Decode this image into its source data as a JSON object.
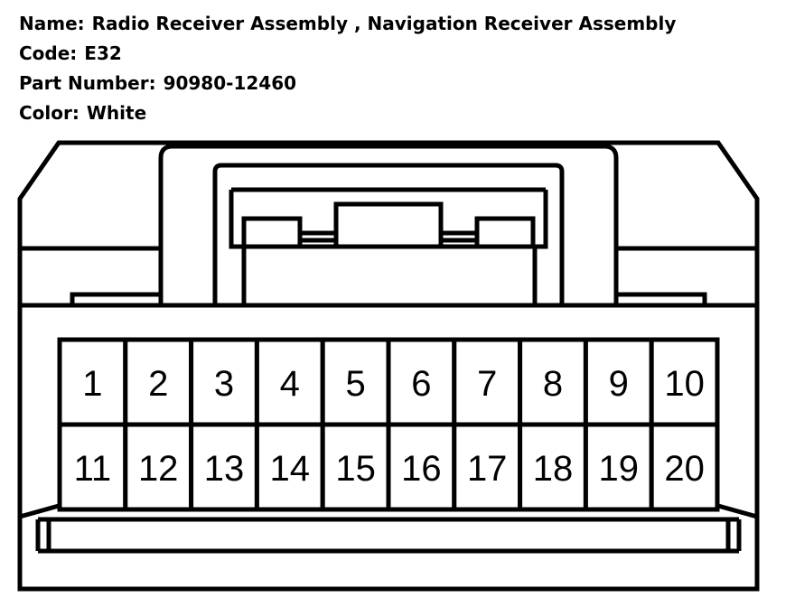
{
  "info": {
    "name_label": "Name:",
    "name_value": "Radio Receiver Assembly , Navigation Receiver Assembly",
    "code_label": "Code:",
    "code_value": "E32",
    "part_label": "Part Number:",
    "part_value": "90980-12460",
    "color_label": "Color:",
    "color_value": "White"
  },
  "connector": {
    "rows": [
      [
        "1",
        "2",
        "3",
        "4",
        "5",
        "6",
        "7",
        "8",
        "9",
        "10"
      ],
      [
        "11",
        "12",
        "13",
        "14",
        "15",
        "16",
        "17",
        "18",
        "19",
        "20"
      ]
    ],
    "line_color": "#000000",
    "fill_color": "#ffffff"
  }
}
